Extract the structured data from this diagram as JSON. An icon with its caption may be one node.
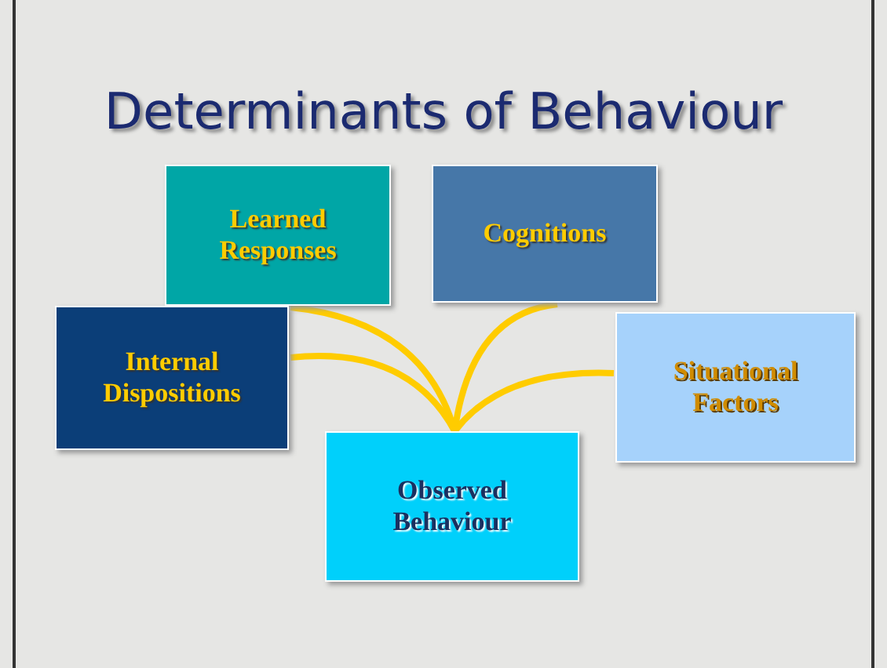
{
  "diagram": {
    "title": "Determinants of Behaviour",
    "nodes": [
      {
        "text": [
          "Learned Responses"
        ]
      },
      {
        "text": [
          "Cognitions"
        ]
      },
      {
        "text": [
          "Internal Dispositions"
        ]
      },
      {
        "text": [
          "Situational Factors"
        ]
      },
      {
        "text": [
          "Observed Behaviour"
        ]
      }
    ],
    "edges": [
      {
        "from": 0,
        "to": 4,
        "arrow": "none"
      },
      {
        "from": 1,
        "to": 4,
        "arrow": "none"
      },
      {
        "from": 2,
        "to": 4,
        "arrow": "none"
      },
      {
        "from": 3,
        "to": 4,
        "arrow": "none"
      }
    ]
  }
}
